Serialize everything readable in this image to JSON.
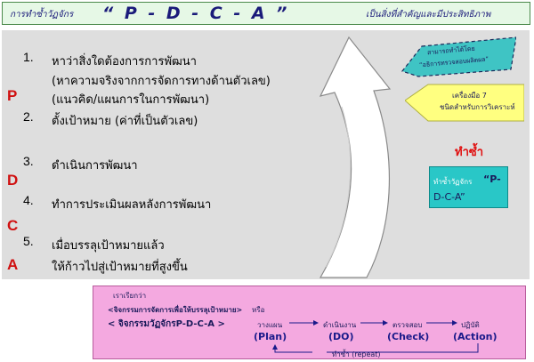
{
  "header": {
    "left_text": "การทำซ้ำวัฏจักร",
    "pdca_text": "“ P - D - C - A ”",
    "right_text": "เป็นสิ่งที่สำคัญและมีประสิทธิภาพ"
  },
  "steps": [
    {
      "number": "1.",
      "lines": [
        "หาว่าสิ่งใดต้องการการพัฒนา",
        "(หาความจริงจากการจัดการทางด้านตัวเลข)",
        "(แนวคิด/แผนการในการพัฒนา)"
      ]
    },
    {
      "number": "2.",
      "lines": [
        "ตั้งเป้าหมาย (ค่าที่เป็นตัวเลข)"
      ]
    },
    {
      "number": "3.",
      "lines": [
        "ดำเนินการพัฒนา"
      ]
    },
    {
      "number": "4.",
      "lines": [
        "ทำการประเมินผลหลังการพัฒนา"
      ]
    },
    {
      "number": "5.",
      "lines": [
        "เมื่อบรรลุเป้าหมายแล้ว",
        "ให้ก้าวไปสู่เป้าหมายที่สูงขึ้น"
      ]
    }
  ],
  "letters": [
    "P",
    "D",
    "C",
    "A"
  ],
  "callouts": {
    "teal_line1": "สามารถทำได้โดย",
    "teal_line2": "“อธิการทรวจสอบผลิตผล”",
    "yellow_line1": "เครื่องมือ 7",
    "yellow_line2": "ชนิดสำหรับการวิเคราะห์"
  },
  "repeat_label": "ทำซ้ำ",
  "pdca_box": {
    "line1": "ทำซ้ำวัฏจักร",
    "line1_bold": "“P-",
    "line2": "D-C-A”"
  },
  "bottom": {
    "intro": "เราเรียกว่า",
    "line1": "<จิจกรรมการจัดการเพื่อให้บรรลุเป้าหมาย>",
    "line1_suffix": "หรือ",
    "line2": "< จิจกรรมวัฏจักรP-D-C-A >",
    "cycle": [
      {
        "thai": "วางแผน",
        "eng": "(Plan)"
      },
      {
        "thai": "ดำเนินงาน",
        "eng": "(DO)"
      },
      {
        "thai": "ตรวจสอบ",
        "eng": "(Check)"
      },
      {
        "thai": "ปฏิบัติ",
        "eng": "(Action)"
      }
    ],
    "repeat": "ทำซ้ำ (repeat)"
  },
  "colors": {
    "header_bg": "#e6f8e6",
    "panel_bg": "#dedede",
    "letter_red": "#d01010",
    "teal": "#29c7c7",
    "yellow": "#ffff80",
    "pink": "#f4a9e0"
  }
}
